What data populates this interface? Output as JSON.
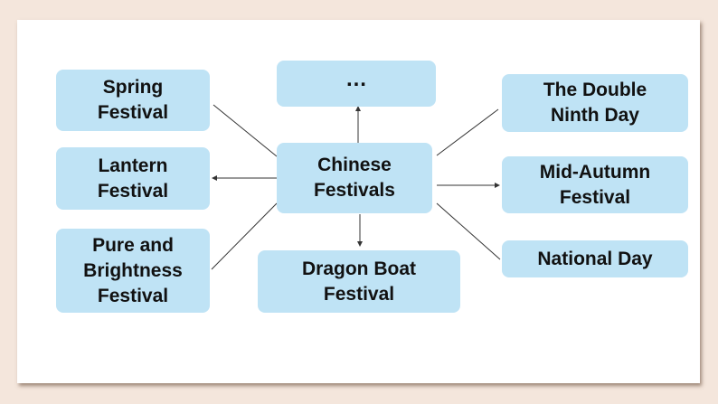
{
  "diagram": {
    "center": "Chinese\nFestivals",
    "nodes": {
      "more": "…",
      "spring_festival": "Spring\nFestival",
      "lantern_festival": "Lantern\nFestival",
      "pure_brightness_festival": "Pure and\nBrightness\nFestival",
      "dragon_boat_festival": "Dragon Boat\nFestival",
      "double_ninth_day": "The Double\nNinth Day",
      "mid_autumn_festival": "Mid-Autumn\nFestival",
      "national_day": "National Day"
    }
  },
  "colors": {
    "page_background": "#f4e6dc",
    "slide_background": "#ffffff",
    "node_fill": "#bfe3f5",
    "connector": "#333333"
  }
}
